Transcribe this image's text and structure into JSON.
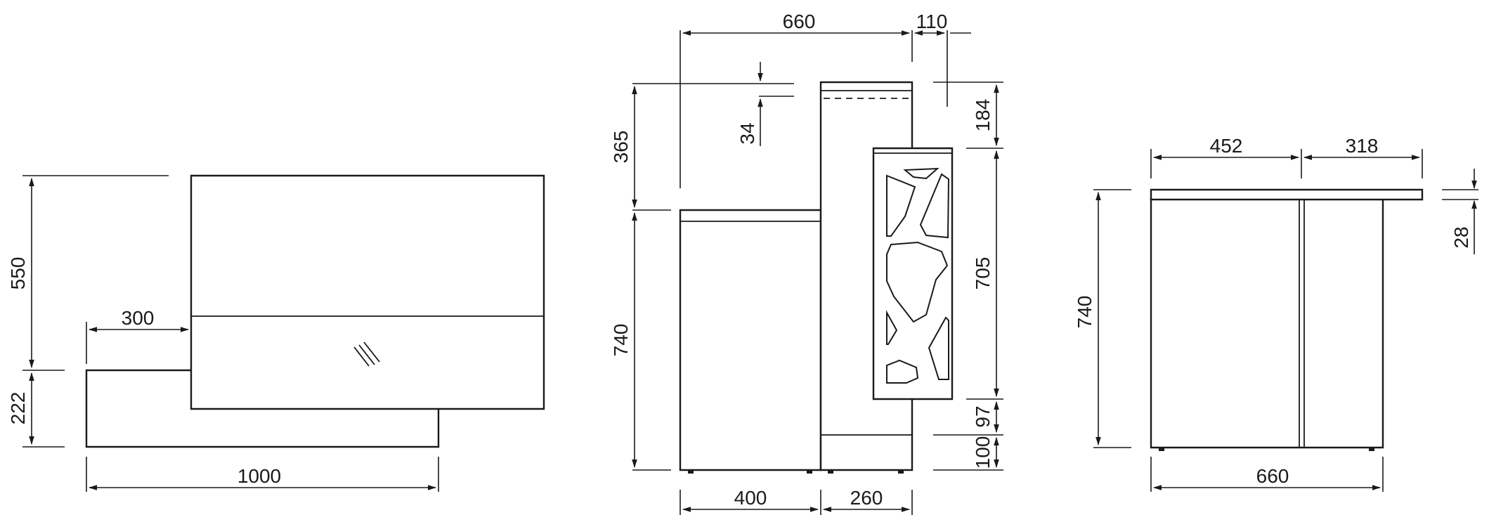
{
  "dimensions": {
    "top_view": {
      "depth_550": "550",
      "depth_222": "222",
      "offset_300": "300",
      "width_1000": "1000"
    },
    "front_view": {
      "top_660": "660",
      "top_110": "110",
      "shelf_34": "34",
      "upper_365": "365",
      "upper_184": "184",
      "height_740": "740",
      "panel_705": "705",
      "gap_97": "97",
      "plinth_100": "100",
      "base_400": "400",
      "base_260": "260"
    },
    "side_view": {
      "top_452": "452",
      "top_318": "318",
      "height_740": "740",
      "thickness_28": "28",
      "base_660": "660"
    }
  }
}
